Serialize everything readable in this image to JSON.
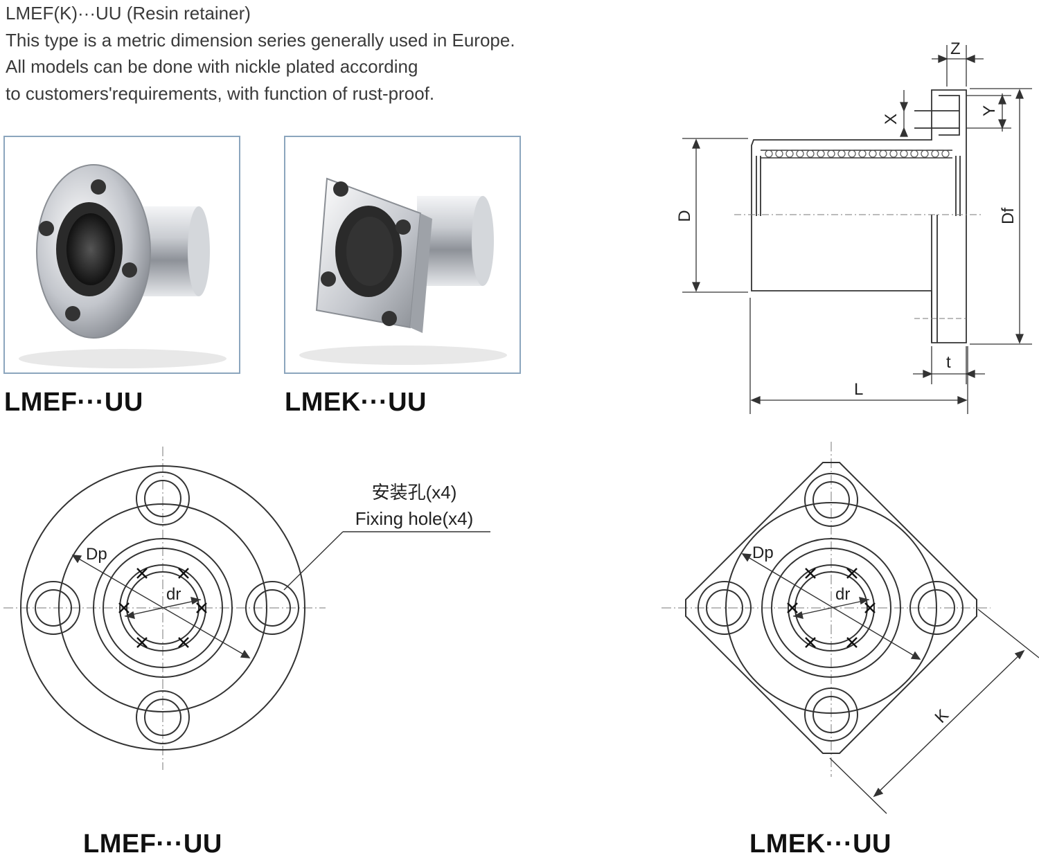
{
  "intro": {
    "line1": "LMEF(K)···UU (Resin retainer)",
    "line2": "This type is a metric dimension series generally used in Europe.",
    "line3": "All models can be done with nickle plated according",
    "line4": "to customers'requirements, with function of rust-proof."
  },
  "photos": {
    "round_label": "LMEF···UU",
    "square_label": "LMEK···UU"
  },
  "side_view": {
    "dims": {
      "z": "Z",
      "x": "X",
      "y": "Y",
      "d": "D",
      "df": "Df",
      "t": "t",
      "l": "L"
    }
  },
  "front_views": {
    "callout_cn": "安装孔(x4)",
    "callout_en": "Fixing hole(x4)",
    "dp": "Dp",
    "dr": "dr",
    "k": "K",
    "round_label": "LMEF···UU",
    "square_label": "LMEK···UU"
  },
  "colors": {
    "frame_border": "#8ba5bd",
    "line": "#333333",
    "steel": "#c9ccd1"
  }
}
